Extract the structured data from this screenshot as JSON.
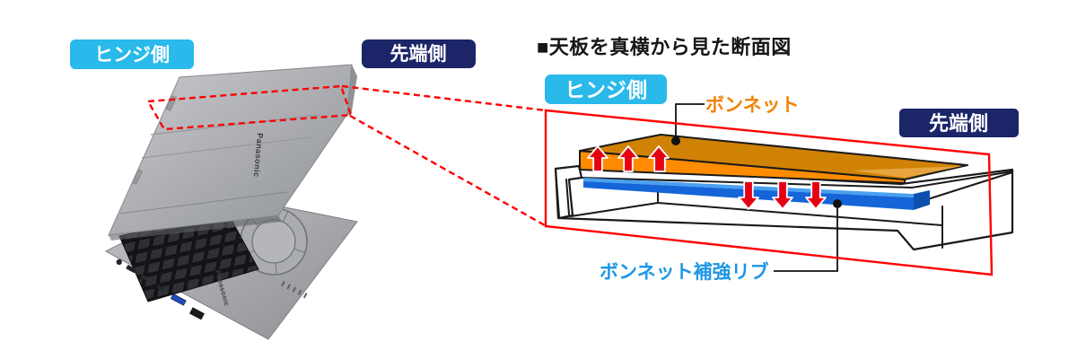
{
  "scene": {
    "title": "■天板を真横から見た断面図",
    "background": "#ffffff"
  },
  "laptop": {
    "brand": "Panasonic",
    "labels": {
      "hinge_side": "ヒンジ側",
      "front_side": "先端側"
    }
  },
  "diagram": {
    "labels": {
      "hinge_side": "ヒンジ側",
      "front_side": "先端側"
    },
    "annotations": {
      "bonnet": "ボンネット",
      "reinforcement_rib": "ボンネット補強リブ"
    },
    "arrows": {
      "up_force_count": 3,
      "down_force_count": 3
    }
  },
  "colors": {
    "cyan_label_bg": "#29b9ea",
    "navy_label_bg": "#1b2568",
    "label_text": "#ffffff",
    "red_line": "#ff0000",
    "red_arrow": "#e60012",
    "bonnet_top": "#d08204",
    "bonnet_front": "#ff8c00",
    "bonnet_highlight": "#e8a53f",
    "bonnet_text": "#f08300",
    "rib_blue": "#1565d8",
    "rib_blue_light": "#4aa0f0",
    "rib_blue_dark": "#0d4fae",
    "rib_text": "#1e96e6",
    "outline_black": "#1a1a1a",
    "laptop_silver": "#a9abaf"
  }
}
